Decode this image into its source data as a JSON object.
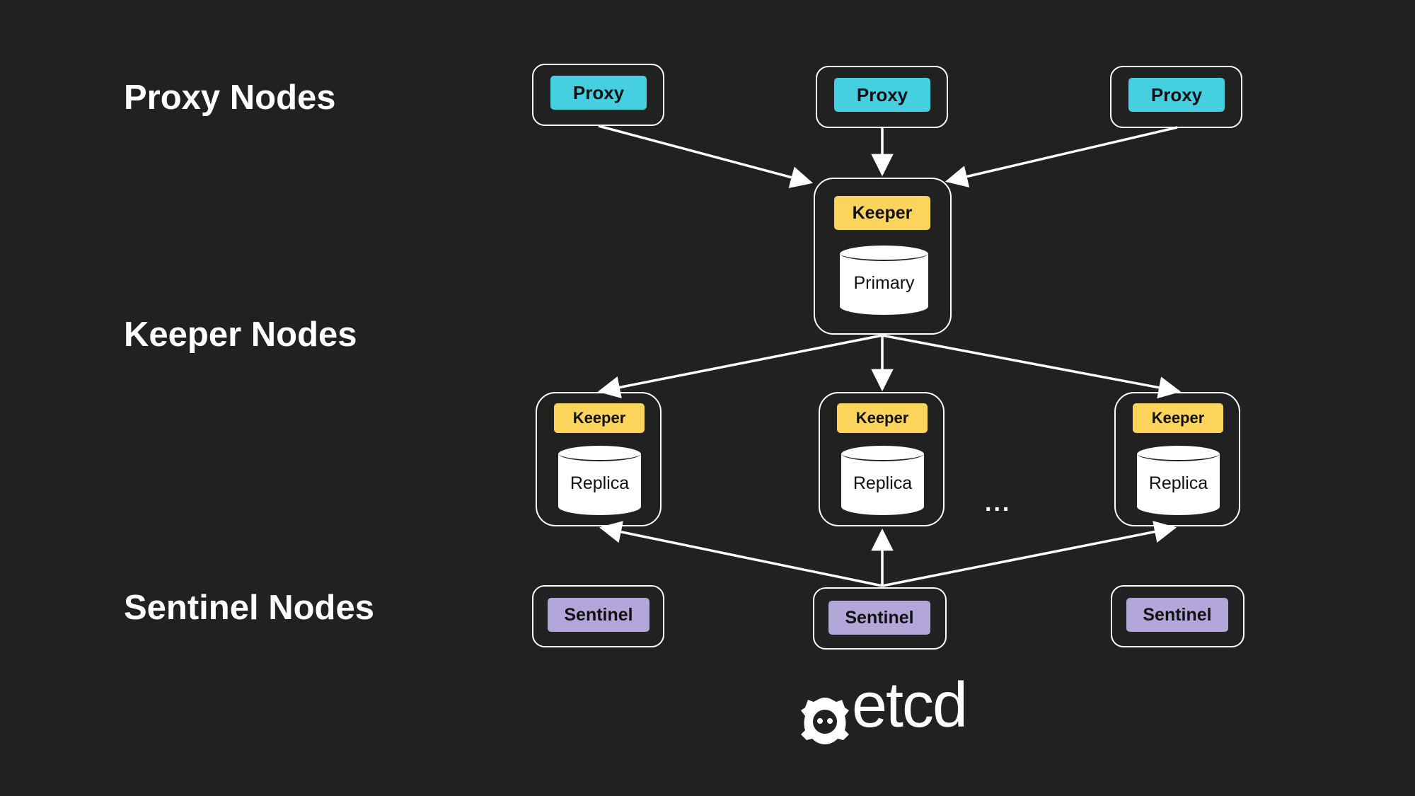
{
  "tiers": {
    "proxy": "Proxy Nodes",
    "keeper": "Keeper Nodes",
    "sentinel": "Sentinel Nodes"
  },
  "proxies": [
    {
      "label": "Proxy"
    },
    {
      "label": "Proxy"
    },
    {
      "label": "Proxy"
    }
  ],
  "primary": {
    "keeper": "Keeper",
    "db": "Primary"
  },
  "replicas": [
    {
      "keeper": "Keeper",
      "db": "Replica"
    },
    {
      "keeper": "Keeper",
      "db": "Replica"
    },
    {
      "keeper": "Keeper",
      "db": "Replica"
    }
  ],
  "ellipsis": "...",
  "sentinels": [
    {
      "label": "Sentinel"
    },
    {
      "label": "Sentinel"
    },
    {
      "label": "Sentinel"
    }
  ],
  "logo": {
    "text": "etcd",
    "icon": "etcd-logo-icon"
  },
  "colors": {
    "background": "#212121",
    "proxy": "#45cfe0",
    "keeper": "#fcd45c",
    "sentinel": "#b3a6d9"
  }
}
